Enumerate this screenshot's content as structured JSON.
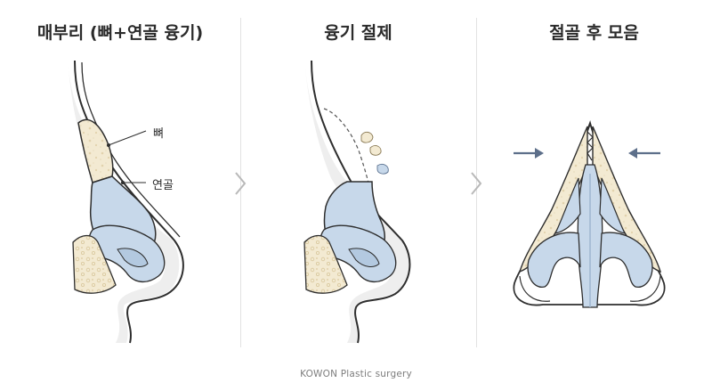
{
  "panels": [
    {
      "title": "매부리 (뼈+연골 융기)"
    },
    {
      "title": "융기 절제"
    },
    {
      "title": "절골 후 모음"
    }
  ],
  "labels": {
    "bone": "뼈",
    "cartilage": "연골"
  },
  "footer": "KOWON Plastic surgery",
  "colors": {
    "bone": "#f3ead2",
    "cartilage": "#c7d8ea",
    "outline": "#2e2e2e",
    "skin_shadow": "#ececec",
    "arrow": "#5d6f8a"
  }
}
